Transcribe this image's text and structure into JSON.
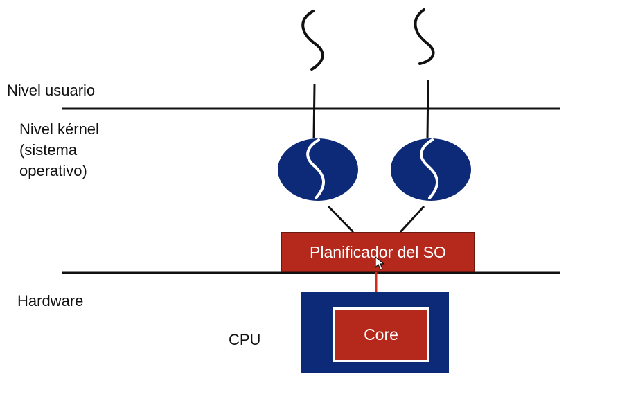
{
  "layers": {
    "user_level": "Nivel usuario",
    "kernel_level": [
      "Nivel kérnel",
      "(sistema",
      "operativo)"
    ],
    "hardware": "Hardware"
  },
  "scheduler": {
    "label": "Planificador del SO",
    "color": "#b5281c"
  },
  "cpu": {
    "label": "CPU",
    "core_label": "Core",
    "outer_color": "#0d2a78",
    "core_color": "#b5281c"
  },
  "threads": {
    "user_thread_icon": "squiggle-thread-icon",
    "kernel_thread_icon": "kernel-thread-circle-icon",
    "kernel_thread_color": "#0d2a78",
    "count": 2
  },
  "connector_color": "#d42a1e"
}
